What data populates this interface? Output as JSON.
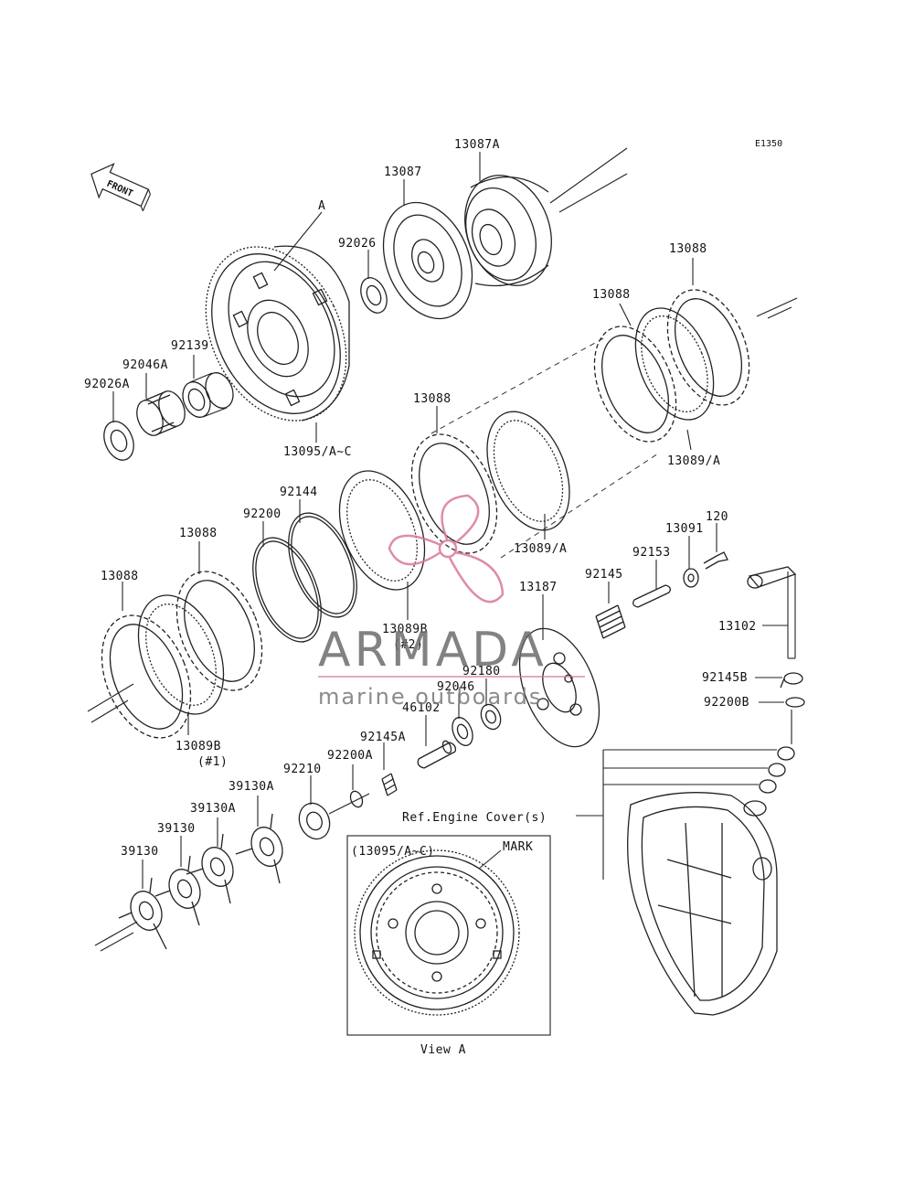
{
  "diagram": {
    "ref_code": "E1350",
    "front_label": "FRONT",
    "watermark": {
      "brand": "ARMADA",
      "tagline": "marine outboards"
    },
    "parts": [
      {
        "id": "p13087A",
        "label": "13087A"
      },
      {
        "id": "p13087",
        "label": "13087"
      },
      {
        "id": "pA",
        "label": "A"
      },
      {
        "id": "p92026",
        "label": "92026"
      },
      {
        "id": "p13088_top",
        "label": "13088"
      },
      {
        "id": "p13088_mid",
        "label": "13088"
      },
      {
        "id": "p92139",
        "label": "92139"
      },
      {
        "id": "p92046A",
        "label": "92046A"
      },
      {
        "id": "p92026A",
        "label": "92026A"
      },
      {
        "id": "p13088_c",
        "label": "13088"
      },
      {
        "id": "p13095",
        "label": "13095/A~C"
      },
      {
        "id": "p13089A_top",
        "label": "13089/A"
      },
      {
        "id": "p92144",
        "label": "92144"
      },
      {
        "id": "p92200",
        "label": "92200"
      },
      {
        "id": "p13088_l",
        "label": "13088"
      },
      {
        "id": "p13089A_mid",
        "label": "13089/A"
      },
      {
        "id": "p120",
        "label": "120"
      },
      {
        "id": "p13091",
        "label": "13091"
      },
      {
        "id": "p92153",
        "label": "92153"
      },
      {
        "id": "p13088_ll",
        "label": "13088"
      },
      {
        "id": "p92145",
        "label": "92145"
      },
      {
        "id": "p13187",
        "label": "13187"
      },
      {
        "id": "p13102",
        "label": "13102"
      },
      {
        "id": "p13089B_2",
        "label": "13089B"
      },
      {
        "id": "p13089B_2n",
        "label": "(#2)"
      },
      {
        "id": "p92180",
        "label": "92180"
      },
      {
        "id": "p92046",
        "label": "92046"
      },
      {
        "id": "p92145B",
        "label": "92145B"
      },
      {
        "id": "p46102",
        "label": "46102"
      },
      {
        "id": "p92200B",
        "label": "92200B"
      },
      {
        "id": "p13089B_1",
        "label": "13089B"
      },
      {
        "id": "p13089B_1n",
        "label": "(#1)"
      },
      {
        "id": "p92145A",
        "label": "92145A"
      },
      {
        "id": "p92210",
        "label": "92210"
      },
      {
        "id": "p92200A",
        "label": "92200A"
      },
      {
        "id": "p39130A_a",
        "label": "39130A"
      },
      {
        "id": "p39130A_b",
        "label": "39130A"
      },
      {
        "id": "p39130_a",
        "label": "39130"
      },
      {
        "id": "p39130_b",
        "label": "39130"
      }
    ],
    "ref_engine_cover": "Ref.Engine Cover(s)",
    "view_a": {
      "header": "(13095/A~C)",
      "mark": "MARK",
      "caption": "View A"
    }
  }
}
